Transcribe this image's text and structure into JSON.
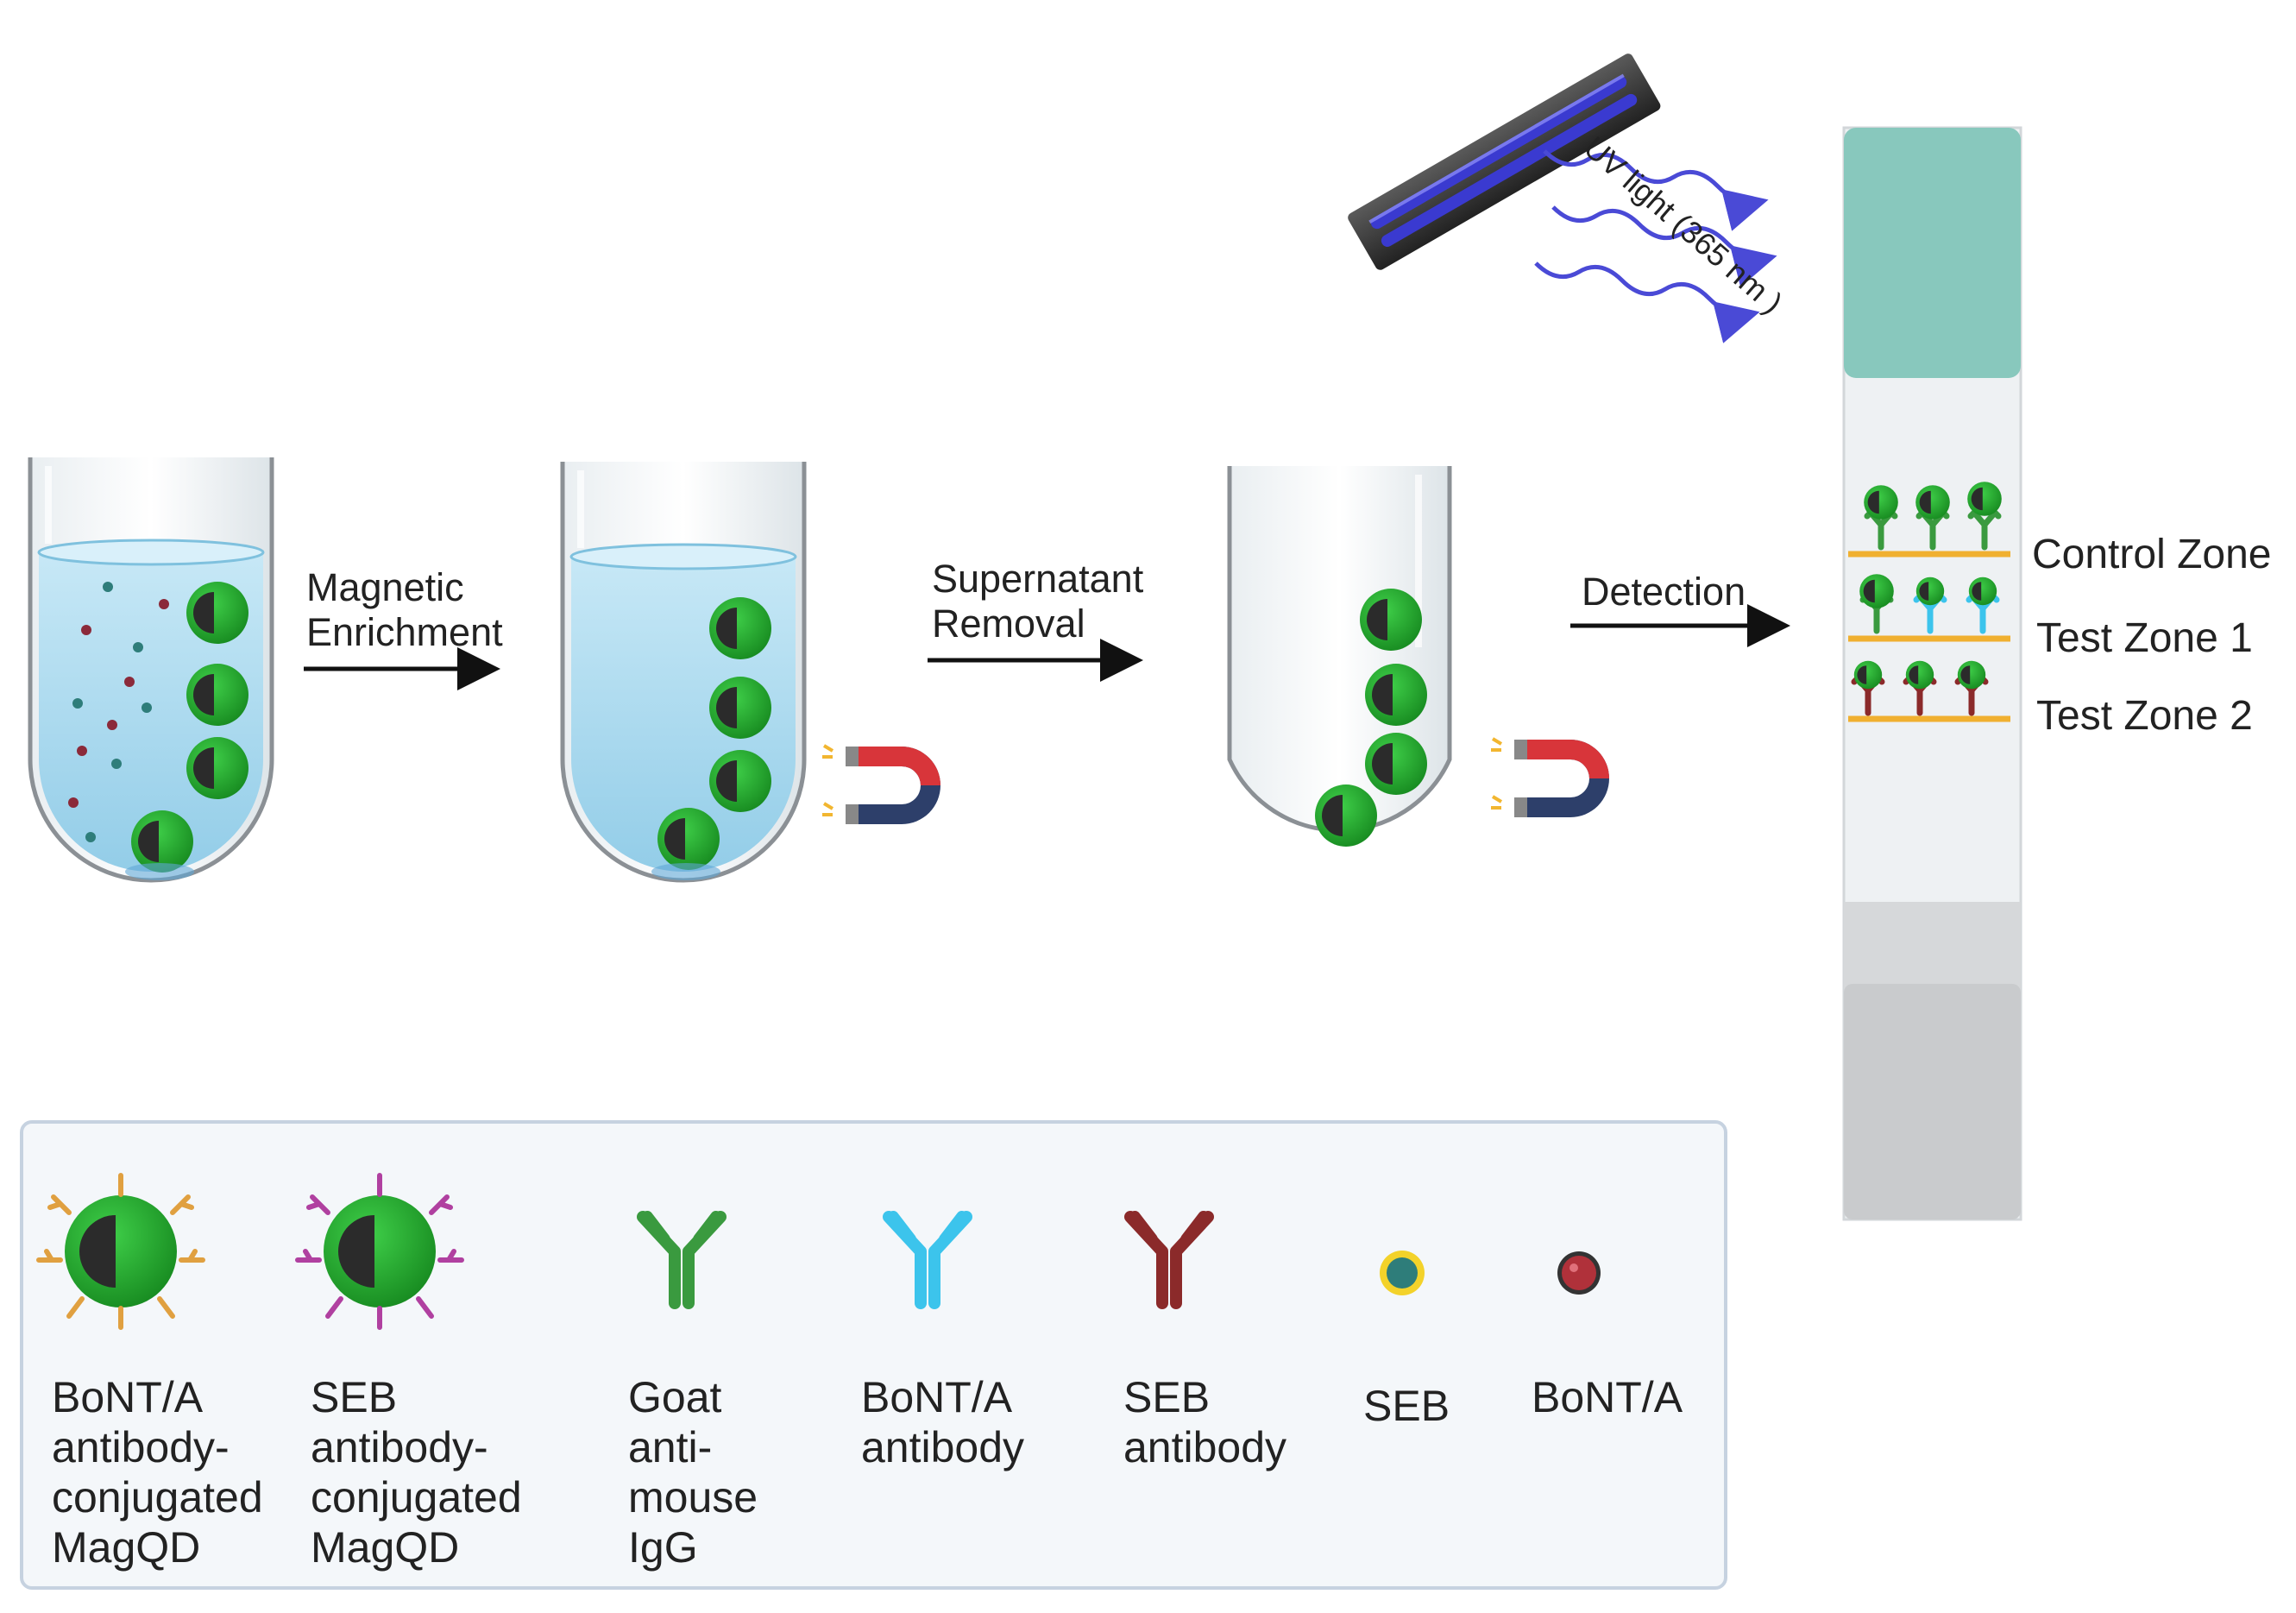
{
  "steps": {
    "magnetic_enrichment": "Magnetic\nEnrichment",
    "supernatant_removal": "Supernatant\nRemoval",
    "detection": "Detection"
  },
  "uv_label": "UV light (365 nm )",
  "zones": {
    "control": "Control Zone",
    "test1": "Test Zone 1",
    "test2": "Test Zone 2"
  },
  "legend": [
    {
      "label": "BoNT/A\nantibody-\nconjugated\nMagQD",
      "icon": "bont-a-magqd-icon"
    },
    {
      "label": "SEB\nantibody-\nconjugated\nMagQD",
      "icon": "seb-magqd-icon"
    },
    {
      "label": "Goat\nanti-\nmouse\nIgG",
      "icon": "goat-antibody-icon"
    },
    {
      "label": "BoNT/A\nantibody",
      "icon": "bont-a-antibody-icon"
    },
    {
      "label": "SEB\nantibody",
      "icon": "seb-antibody-icon"
    },
    {
      "label": "SEB",
      "icon": "seb-particle-icon"
    },
    {
      "label": "BoNT/A",
      "icon": "bont-a-particle-icon"
    }
  ],
  "colors": {
    "magqd_green": "#22a52c",
    "goat_antibody": "#3a9a3f",
    "bont_antibody": "#3cc4ec",
    "seb_antibody": "#8b2a2a",
    "seb_particle": "#2e7d7a",
    "seb_ring": "#f3d22a",
    "bont_particle": "#b0313a",
    "liquid": "#a9daf0",
    "strip_pad": "#88c8bd",
    "line_gold": "#f0b030",
    "uv_arrow": "#4a4ad6"
  }
}
